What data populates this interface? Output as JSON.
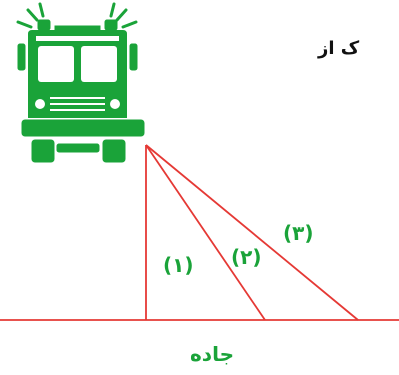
{
  "header_fragment": "ک از",
  "labels": {
    "path1": "(۱)",
    "path2": "(۲)",
    "path3": "(۳)",
    "road": "جاده"
  },
  "colors": {
    "vehicle": "#1aa339",
    "lines": "#e53935",
    "label_text": "#1aa339",
    "background": "#ffffff"
  },
  "icons": [
    "fire-truck-icon",
    "flash-rays-icon"
  ]
}
